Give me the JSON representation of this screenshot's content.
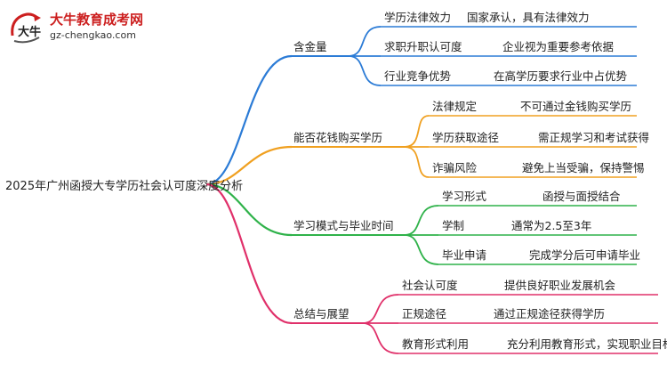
{
  "logo": {
    "title": "大牛教育成考网",
    "url": "gz-chengkao.com",
    "mark_text": "大牛"
  },
  "root": "2025年广州函授大专学历社会认可度深度分析",
  "colors": {
    "branch1": "#2b7bd6",
    "branch2": "#f0a020",
    "branch3": "#2fb24a",
    "branch4": "#e0306a",
    "logo_red": "#cc1f1f"
  },
  "branches": [
    {
      "label": "含金量",
      "children": [
        {
          "label": "学历法律效力",
          "detail": "国家承认，具有法律效力"
        },
        {
          "label": "求职升职认可度",
          "detail": "企业视为重要参考依据"
        },
        {
          "label": "行业竞争优势",
          "detail": "在高学历要求行业中占优势"
        }
      ]
    },
    {
      "label": "能否花钱购买学历",
      "children": [
        {
          "label": "法律规定",
          "detail": "不可通过金钱购买学历"
        },
        {
          "label": "学历获取途径",
          "detail": "需正规学习和考试获得"
        },
        {
          "label": "诈骗风险",
          "detail": "避免上当受骗，保持警惕"
        }
      ]
    },
    {
      "label": "学习模式与毕业时间",
      "children": [
        {
          "label": "学习形式",
          "detail": "函授与面授结合"
        },
        {
          "label": "学制",
          "detail": "通常为2.5至3年"
        },
        {
          "label": "毕业申请",
          "detail": "完成学分后可申请毕业"
        }
      ]
    },
    {
      "label": "总结与展望",
      "children": [
        {
          "label": "社会认可度",
          "detail": "提供良好职业发展机会"
        },
        {
          "label": "正规途径",
          "detail": "通过正规途径获得学历"
        },
        {
          "label": "教育形式利用",
          "detail": "充分利用教育形式，实现职业目标"
        }
      ]
    }
  ]
}
